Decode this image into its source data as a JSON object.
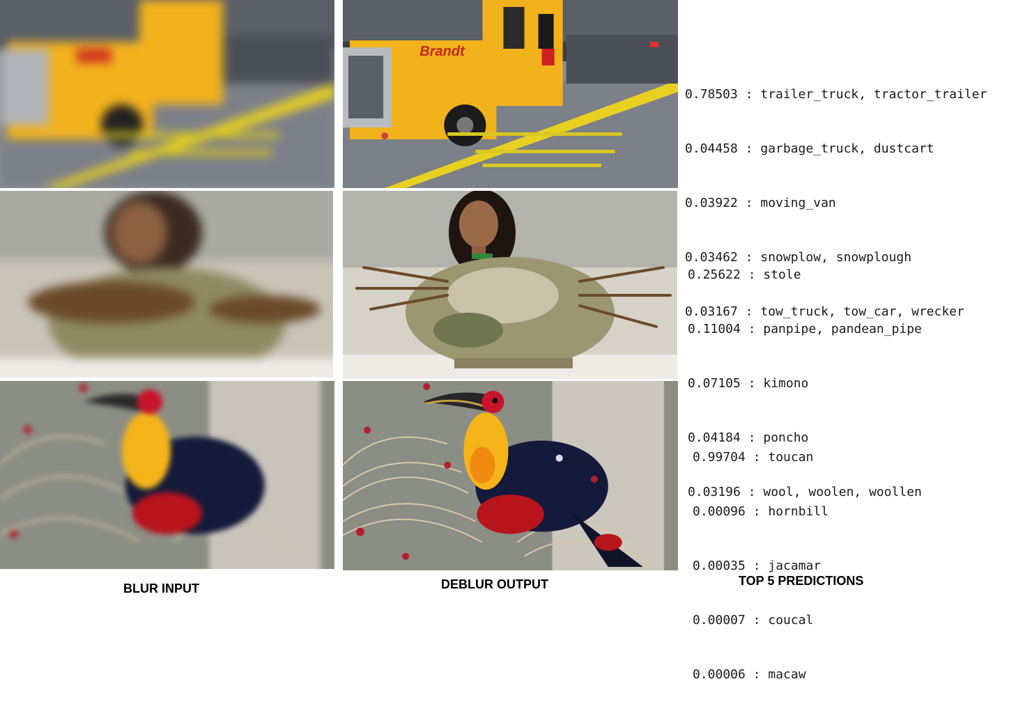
{
  "captions": {
    "blur_input": "BLUR INPUT",
    "deblur_output": "DEBLUR OUTPUT",
    "top5": "TOP 5 PREDICTIONS"
  },
  "rows": [
    {
      "predictions": [
        "0.78503 : trailer_truck, tractor_trailer",
        "0.04458 : garbage_truck, dustcart",
        "0.03922 : moving_van",
        "0.03462 : snowplow, snowplough",
        "0.03167 : tow_truck, tow_car, wrecker"
      ]
    },
    {
      "predictions": [
        "0.25622 : stole",
        "0.11004 : panpipe, pandean_pipe",
        "0.07105 : kimono",
        "0.04184 : poncho",
        "0.03196 : wool, woolen, woollen"
      ]
    },
    {
      "predictions": [
        "0.99704 : toucan",
        "0.00096 : hornbill",
        "0.00035 : jacamar",
        "0.00007 : coucal",
        "0.00006 : macaw"
      ]
    }
  ],
  "colors": {
    "truck_yellow": "#f2b21c",
    "platform_line": "#e8d020",
    "toucan_black": "#141a3a",
    "toucan_yellow": "#f5b51a",
    "toucan_red": "#b8141c"
  }
}
